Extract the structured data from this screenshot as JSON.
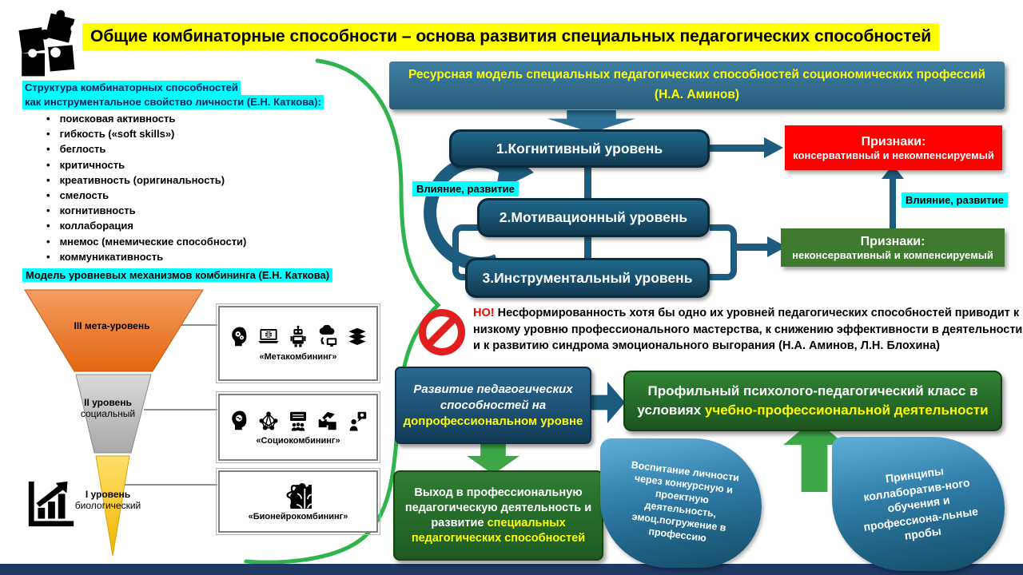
{
  "slide_title": "Общие комбинаторные способности – основа развития специальных педагогических способностей",
  "left_panel": {
    "structure_header": [
      "Структура комбинаторных способностей",
      "как инструментальное свойство личности (Е.Н. Каткова):"
    ],
    "bullets": [
      "поисковая активность",
      "гибкость («soft skills»)",
      "беглость",
      "критичность",
      "креативность (оригинальность)",
      "смелость",
      "когнитивность",
      "коллаборация",
      "мнемос (мнемические способности)",
      "коммуникативность"
    ],
    "model_header": "Модель уровневых механизмов комбининга (Е.Н. Каткова)",
    "funnel_levels": [
      {
        "label": "III мета-уровень",
        "sub": "",
        "color": "#ED7D31"
      },
      {
        "label": "II уровень",
        "sub": "социальный",
        "color": "#BFBFBF"
      },
      {
        "label": "I уровень",
        "sub": "биологический",
        "color": "#FFC000"
      }
    ],
    "mechanism_boxes": [
      {
        "label": "«Метакомбининг»",
        "icons": [
          "head-gears-icon",
          "laptop-globe-icon",
          "robot-icon",
          "cloud-computing-icon",
          "books-icon"
        ]
      },
      {
        "label": "«Социокомбининг»",
        "icons": [
          "head-brain-icon",
          "people-network-icon",
          "presentation-icon",
          "puzzle-pieces-icon",
          "person-idea-icon"
        ]
      },
      {
        "label": "«Бионейрокомбининг»",
        "icons": [
          "atom-icon",
          "dna-icon",
          "pregnant-woman-icon",
          "brain-icon"
        ]
      }
    ]
  },
  "resource_model": {
    "header": "Ресурсная модель специальных педагогических способностей социономических профессий  (Н.А. Аминов)",
    "levels": [
      "1.Когнитивный уровень",
      "2.Мотивационный уровень",
      "3.Инструментальный уровень"
    ],
    "influence_label": "Влияние, развитие",
    "signs_conservative": {
      "title": "Признаки:",
      "text": "консервативный и некомпенсируемый"
    },
    "signs_compensable": {
      "title": "Признаки:",
      "text": "неконсервативный и компенсируемый"
    }
  },
  "warning": {
    "prefix": "НО!",
    "body": "Несформированность хотя бы одно их уровней педагогических способностей приводит к низкому уровню профессионального мастерства, к снижению эффективности в деятельности и к развитию синдрома эмоционального выгорания (Н.А. Аминов, Л.Н. Блохина)"
  },
  "pathway": {
    "development_box": {
      "white": "Развитие педагогических способностей на",
      "yellow": "допрофессиональном уровне"
    },
    "profile_class_box": {
      "white": "Профильный психолого-педагогический класс в условиях",
      "yellow": "учебно-профессиональной деятельности"
    },
    "exit_box": {
      "white": "Выход в профессиональную педагогическую деятельность и развитие",
      "yellow": "специальных педагогических способностей"
    },
    "bubble_left": "Воспитание личности через конкурсную и проектную деятельность, эмоц.погружение в профессию",
    "bubble_right": "Принципы коллаборатив-ного обучения и профессиона-льные пробы"
  },
  "colors": {
    "highlight_yellow": "#FFFF00",
    "highlight_cyan": "#00FFFF",
    "teal_connector": "#1D5C7E",
    "signs_red": "#FE0000",
    "signs_green": "#3E7B2E",
    "arrow_green": "#3DA748",
    "brace_green": "#2EB34D",
    "navy_footer": "#1F3864",
    "funnel_orange": "#ED7D31",
    "funnel_gray": "#BFBFBF",
    "funnel_yellow": "#FFC000",
    "steel_blue_header": "#31708F"
  }
}
